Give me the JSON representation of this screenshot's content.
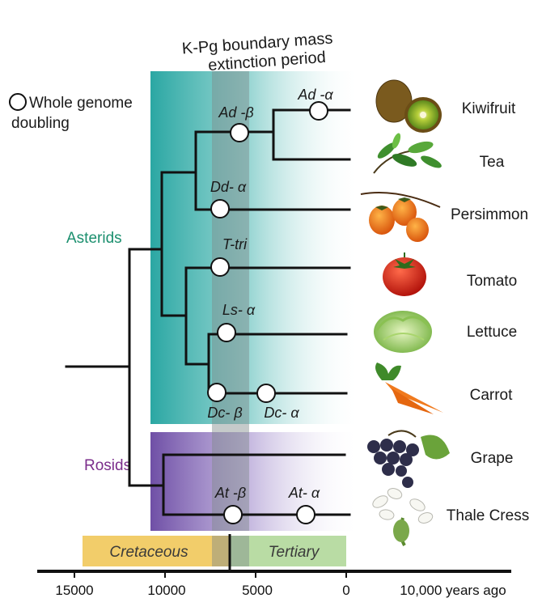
{
  "header": {
    "line1": "K-Pg boundary mass",
    "line2": "extinction period"
  },
  "legend": {
    "line1": "Whole genome",
    "line2": "doubling"
  },
  "clades": {
    "asterids": {
      "label": "Asterids",
      "color": "#1b8f6e"
    },
    "rosids": {
      "label": "Rosids",
      "color": "#7b2d8b"
    }
  },
  "species": [
    {
      "name": "Kiwifruit",
      "color": "#1a1a1a",
      "icon": "kiwifruit-icon"
    },
    {
      "name": "Tea",
      "color": "#1a1a1a",
      "icon": "tea-leaves-icon"
    },
    {
      "name": "Persimmon",
      "color": "#d42a1f",
      "icon": "persimmon-icon"
    },
    {
      "name": "Tomato",
      "color": "#1a1a1a",
      "icon": "tomato-icon"
    },
    {
      "name": "Lettuce",
      "color": "#1a1a1a",
      "icon": "lettuce-icon"
    },
    {
      "name": "Carrot",
      "color": "#1a1a1a",
      "icon": "carrot-icon"
    },
    {
      "name": "Grape",
      "color": "#1a1a1a",
      "icon": "grape-icon"
    },
    {
      "name": "Thale Cress",
      "color": "#1a1a1a",
      "icon": "thale-cress-icon"
    }
  ],
  "wgd_events": [
    {
      "label": "Ad -α"
    },
    {
      "label": "Ad -β"
    },
    {
      "label": "Dd- α"
    },
    {
      "label": "T-tri"
    },
    {
      "label": "Ls- α"
    },
    {
      "label": "Dc- β"
    },
    {
      "label": "Dc- α"
    },
    {
      "label": "At -β"
    },
    {
      "label": "At- α"
    }
  ],
  "periods": {
    "cretaceous": {
      "label": "Cretaceous",
      "color": "#f2cd6a"
    },
    "tertiary": {
      "label": "Tertiary",
      "color": "#b9dca4"
    }
  },
  "axis": {
    "ticks": [
      "15000",
      "10000",
      "5000",
      "0"
    ],
    "unit_label": "10,000 years ago"
  }
}
